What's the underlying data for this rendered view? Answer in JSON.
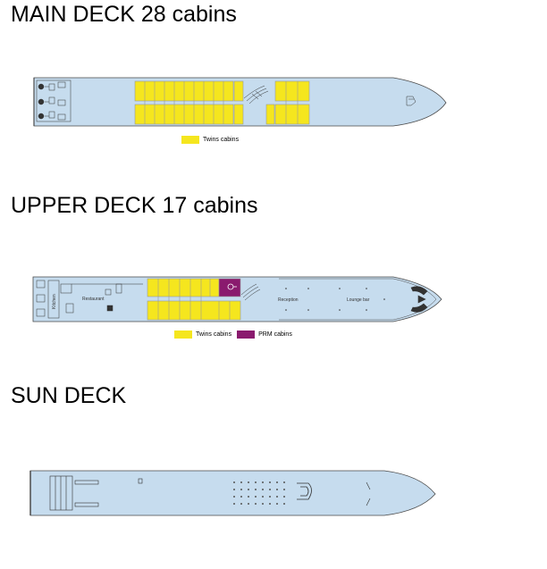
{
  "decks": [
    {
      "title": "MAIN DECK 28 cabins",
      "legend": [
        {
          "label": "Twins cabins",
          "color": "#f5e61e"
        }
      ]
    },
    {
      "title": "UPPER DECK 17 cabins",
      "legend": [
        {
          "label": "Twins cabins",
          "color": "#f5e61e"
        },
        {
          "label": "PRM cabins",
          "color": "#8a1a6e"
        }
      ],
      "labels": {
        "kitchen": "Kitchen",
        "restaurant": "Restaurant",
        "reception": "Reception",
        "lounge": "Lounge bar"
      }
    },
    {
      "title": "SUN DECK"
    }
  ],
  "colors": {
    "hull": "#c6dcee",
    "outline": "#4a4a4a",
    "twin": "#f5e61e",
    "prm": "#8a1a6e"
  }
}
